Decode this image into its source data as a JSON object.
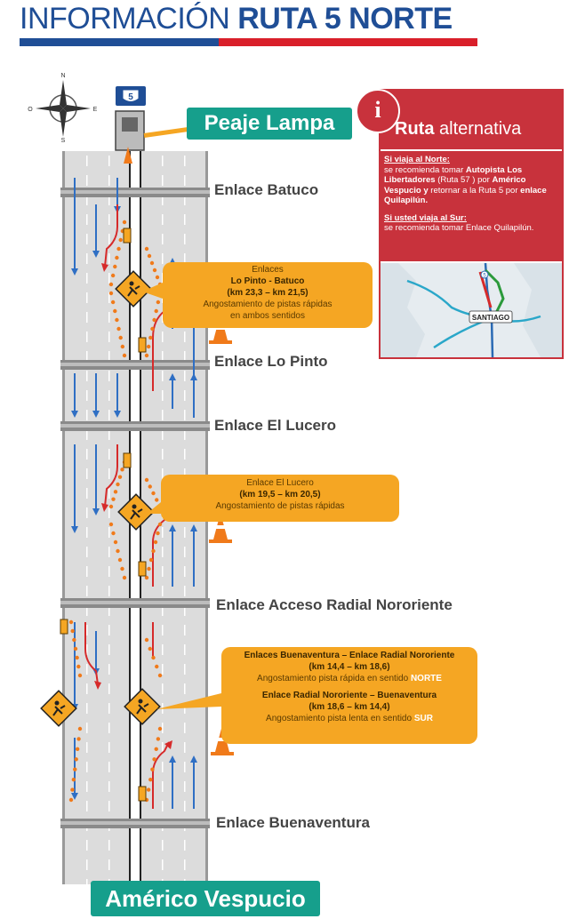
{
  "header": {
    "title_light": "INFORMACIÓN",
    "title_bold": "RUTA 5 NORTE"
  },
  "route_shield": "5",
  "compass": [
    "N",
    "S",
    "E",
    "O"
  ],
  "toll": {
    "label": "Peaje Lampa"
  },
  "end_label": "Américo Vespucio",
  "enlaces": [
    "Enlace Batuco",
    "Enlace Lo Pinto",
    "Enlace El Lucero",
    "Enlace Acceso Radial Nororiente",
    "Enlace Buenaventura"
  ],
  "callouts": [
    {
      "lines": [
        "Enlaces",
        "Lo Pinto  -  Batuco",
        "(km 23,3 – km 21,5)",
        "Angostamiento de pistas rápidas",
        "en ambos sentidos"
      ]
    },
    {
      "lines": [
        "Enlace El Lucero",
        "(km 19,5 – km 20,5)",
        "Angostamiento de pistas rápidas"
      ]
    },
    {
      "lines": [
        "Enlaces Buenaventura – Enlace Radial Nororiente",
        "(km 14,4 – km 18,6)",
        "Angostamiento pista rápida en sentido",
        "NORTE",
        "Enlace Radial Nororiente – Buenaventura",
        "(km 18,6 – km 14,4)",
        "Angostamiento pista lenta en sentido",
        "SUR"
      ]
    }
  ],
  "alternative": {
    "info_icon": "i",
    "title_bold": "Ruta",
    "title_light": "alternativa",
    "north_heading": "Si viaja al  Norte:",
    "north_t1": "se recomienda tomar",
    "north_b1": "Autopista Los Libertadores",
    "north_t2": "(Ruta 57 ) por",
    "north_b2": "Américo Vespucio y",
    "north_t3": "retornar a la Ruta 5 por",
    "north_b3": "enlace Quilapilún.",
    "south_heading": "Si usted viaja al Sur:",
    "south_text": "se recomienda tomar Enlace Quilapilún.",
    "map_city": "SANTIAGO",
    "map_route_5": "5"
  },
  "colors": {
    "title_blue": "#1f4e96",
    "title_red": "#d91f2a",
    "badge_teal": "#169f8c",
    "callout_orange": "#f5a623",
    "alt_red": "#c8323c",
    "lane_blue": "#2f6fc4",
    "lane_red": "#d62a2a"
  }
}
